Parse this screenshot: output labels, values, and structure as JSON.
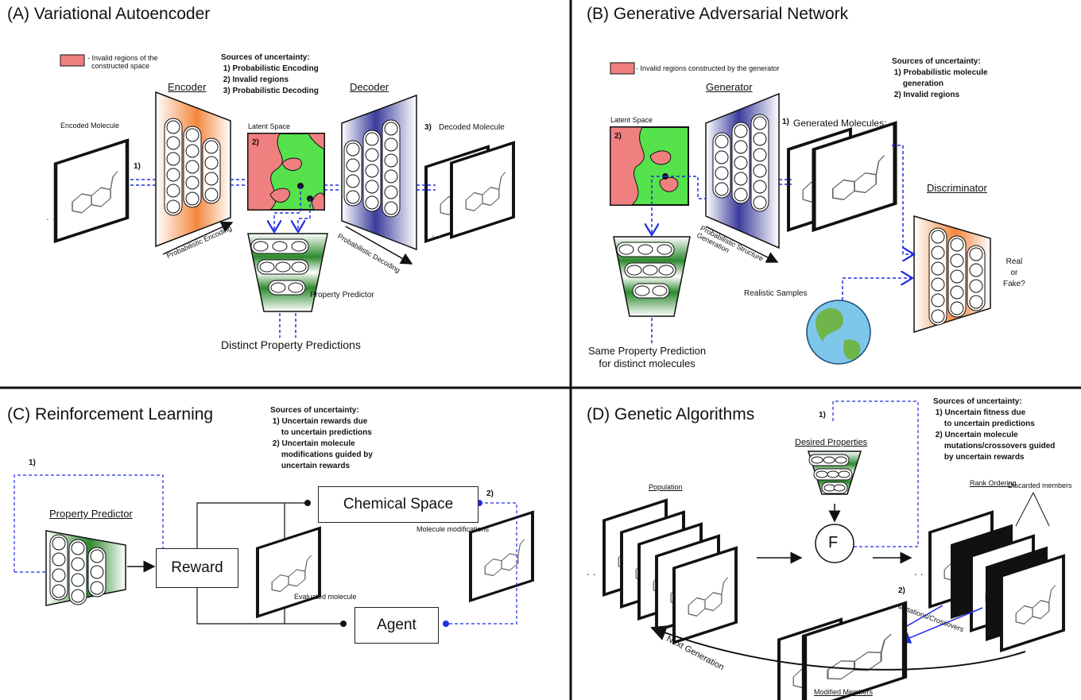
{
  "colors": {
    "invalid": "#f08080",
    "latent": "#55e24c",
    "encoder": "#f4873e",
    "decoder": "#3a3c9c",
    "predictor": "#2d8a2e",
    "link": "#1f2ee0",
    "text": "#111111"
  },
  "icons": [
    "globe-icon",
    "molecule-card-icon",
    "arrow-icon",
    "fitness-function-icon"
  ],
  "panelA": {
    "title": "(A) Variational Autoencoder",
    "legend": "- Invalid regions of the\n  constructed space",
    "sources": "Sources of uncertainty:\n 1) Probabilistic Encoding\n 2) Invalid regions\n 3) Probabilistic Decoding",
    "encoder": "Encoder",
    "decoder": "Decoder",
    "encoded": "Encoded Molecule",
    "latent": "Latent Space",
    "decoded": "Decoded Molecule",
    "m1": "1)",
    "m2": "2)",
    "m3": "3)",
    "prob_enc": "Probabilistic Encoding",
    "prob_dec": "Probabilistic Decoding",
    "predictor": "Property Predictor",
    "distinct": "Distinct Property Predictions"
  },
  "panelB": {
    "title": "(B) Generative Adversarial Network",
    "legend": "- Invalid regions constructed by the generator",
    "sources": "Sources of uncertainty:\n 1) Probabilistic molecule\n     generation\n 2) Invalid regions",
    "generator": "Generator",
    "latent": "Latent Space",
    "m1": "1)",
    "m2": "2)",
    "generated": "Generated Molecules:",
    "prob_gen": "Probabilistic Structure\nGeneration",
    "discriminator": "Discriminator",
    "real_fake": "Real\nor\nFake?",
    "realistic": "Realistic Samples",
    "same": "Same Property Prediction\nfor distinct molecules"
  },
  "panelC": {
    "title": "(C) Reinforcement Learning",
    "sources": "Sources of uncertainty:\n 1) Uncertain rewards due\n     to uncertain predictions\n 2) Uncertain molecule\n     modifications guided by\n     uncertain rewards",
    "predictor": "Property Predictor",
    "reward": "Reward",
    "chem": "Chemical Space",
    "agent": "Agent",
    "evaluated": "Evaluated molecule",
    "mods": "Molecule modifications",
    "m1": "1)",
    "m2": "2)"
  },
  "panelD": {
    "title": "(D) Genetic Algorithms",
    "sources": "Sources of uncertainty:\n 1) Uncertain fitness due\n     to uncertain predictions\n 2) Uncertain molecule\n     mutations/crossovers guided\n     by uncertain rewards",
    "desired": "Desired Properties",
    "f": "F",
    "population": "Population",
    "rank": "Rank Ordering",
    "discarded": "Discarded members",
    "mutations": "Mutations/Crossovers",
    "next": "Next Generation",
    "modified": "Modified Members",
    "m1": "1)",
    "m2": "2)"
  }
}
